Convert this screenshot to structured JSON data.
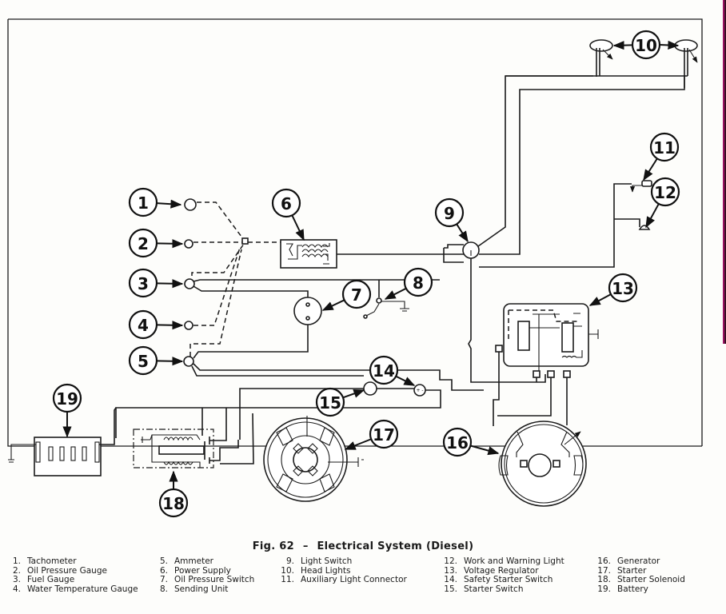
{
  "figure": {
    "number": "Fig. 62",
    "separator": "–",
    "title": "Electrical System (Diesel)"
  },
  "callouts": [
    "1",
    "2",
    "3",
    "4",
    "5",
    "6",
    "7",
    "8",
    "9",
    "10",
    "11",
    "12",
    "13",
    "14",
    "15",
    "16",
    "17",
    "18",
    "19"
  ],
  "legend": [
    {
      "num": "1.",
      "label": "Tachometer"
    },
    {
      "num": "2.",
      "label": "Oil Pressure Gauge"
    },
    {
      "num": "3.",
      "label": "Fuel Gauge"
    },
    {
      "num": "4.",
      "label": "Water Temperature Gauge"
    },
    {
      "num": "5.",
      "label": "Ammeter"
    },
    {
      "num": "6.",
      "label": "Power Supply"
    },
    {
      "num": "7.",
      "label": "Oil Pressure Switch"
    },
    {
      "num": "8.",
      "label": "Sending Unit"
    },
    {
      "num": "9.",
      "label": "Light Switch"
    },
    {
      "num": "10.",
      "label": "Head Lights"
    },
    {
      "num": "11.",
      "label": "Auxiliary Light Connector"
    },
    {
      "num": "12.",
      "label": "Work and Warning Light"
    },
    {
      "num": "13.",
      "label": "Voltage Regulator"
    },
    {
      "num": "14.",
      "label": "Safety Starter Switch"
    },
    {
      "num": "15.",
      "label": "Starter Switch"
    },
    {
      "num": "16.",
      "label": "Generator"
    },
    {
      "num": "17.",
      "label": "Starter"
    },
    {
      "num": "18.",
      "label": "Starter Solenoid"
    },
    {
      "num": "19.",
      "label": "Battery"
    }
  ],
  "colors": {
    "ink": "#1c1c1c",
    "paper": "#fdfdfb",
    "edge": "#c0167a"
  }
}
